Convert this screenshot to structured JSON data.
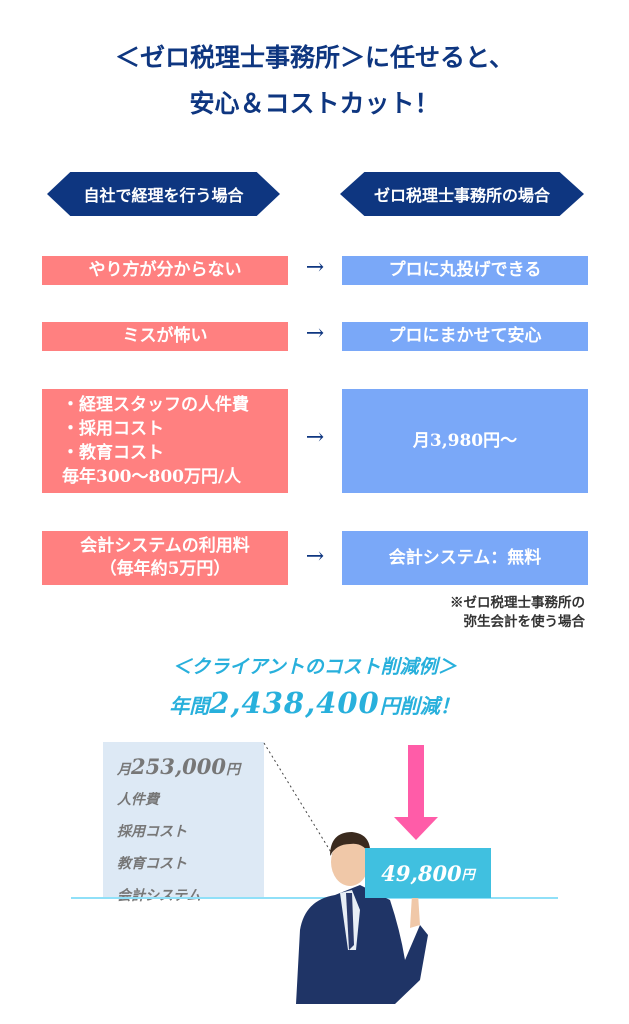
{
  "heading": {
    "line1": "＜ゼロ税理士事務所＞に任せると、",
    "line2": "安心＆コストカット！"
  },
  "columns": {
    "left": "自社で経理を行う場合",
    "right": "ゼロ税理士事務所の場合"
  },
  "rows": [
    {
      "left": [
        "やり方が分からない"
      ],
      "right": "プロに丸投げできる"
    },
    {
      "left": [
        "ミスが怖い"
      ],
      "right": "プロにまかせて安心"
    },
    {
      "left": [
        "・経理スタッフの人件費",
        "・採用コスト",
        "・教育コスト",
        "毎年300～800万円/人"
      ],
      "right": "月3,980円～"
    },
    {
      "left": [
        "会計システムの利用料",
        "（毎年約5万円）"
      ],
      "right": "会計システム：無料"
    }
  ],
  "arrow": "→",
  "note": {
    "line1": "※ゼロ税理士事務所の",
    "line2": "弥生会計を使う場合"
  },
  "example": {
    "title": "＜クライアントのコスト削減例＞",
    "prefix": "年間",
    "amount": "2,438,400",
    "suffix": "円削減！"
  },
  "before": {
    "prefix": "月",
    "amount": "253,000",
    "unit": "円",
    "items": [
      "人件費",
      "採用コスト",
      "教育コスト",
      "会計システム"
    ]
  },
  "after": {
    "amount": "49,800",
    "unit": "円"
  },
  "colors": {
    "navy": "#0e3680",
    "pink": "#ff8080",
    "blue": "#7aa8f8",
    "cyan": "#40c0e0",
    "magenta": "#ff5ca8"
  }
}
